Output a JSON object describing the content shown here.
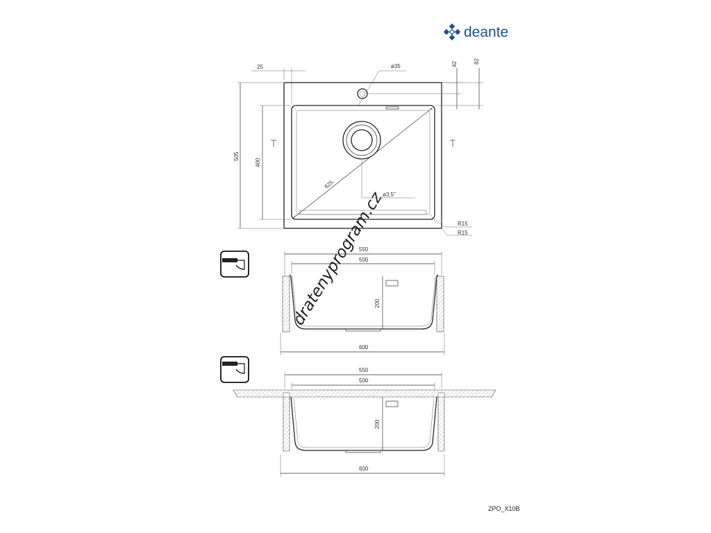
{
  "brand": {
    "name": "deante",
    "color": "#1f4f8f"
  },
  "watermark": "dratenyprogram.cz",
  "drawing_code": "ZPO_X10B",
  "top_view": {
    "dims": {
      "margin_left": "25",
      "drain_diameter": "ø35",
      "d42": "42",
      "d82": "82",
      "height_outer": "505",
      "height_inner": "400",
      "diagonal": "625",
      "drain_size": "ø3,5\"",
      "radius_1": "R15",
      "radius_2": "R15"
    }
  },
  "section_1": {
    "icon": "undermount-mount-icon",
    "dims": {
      "w550": "550",
      "w500": "500",
      "depth": "200",
      "w600": "600"
    }
  },
  "section_2": {
    "icon": "flush-mount-icon",
    "dims": {
      "w550": "550",
      "w500": "500",
      "depth": "200",
      "w600": "600"
    }
  }
}
